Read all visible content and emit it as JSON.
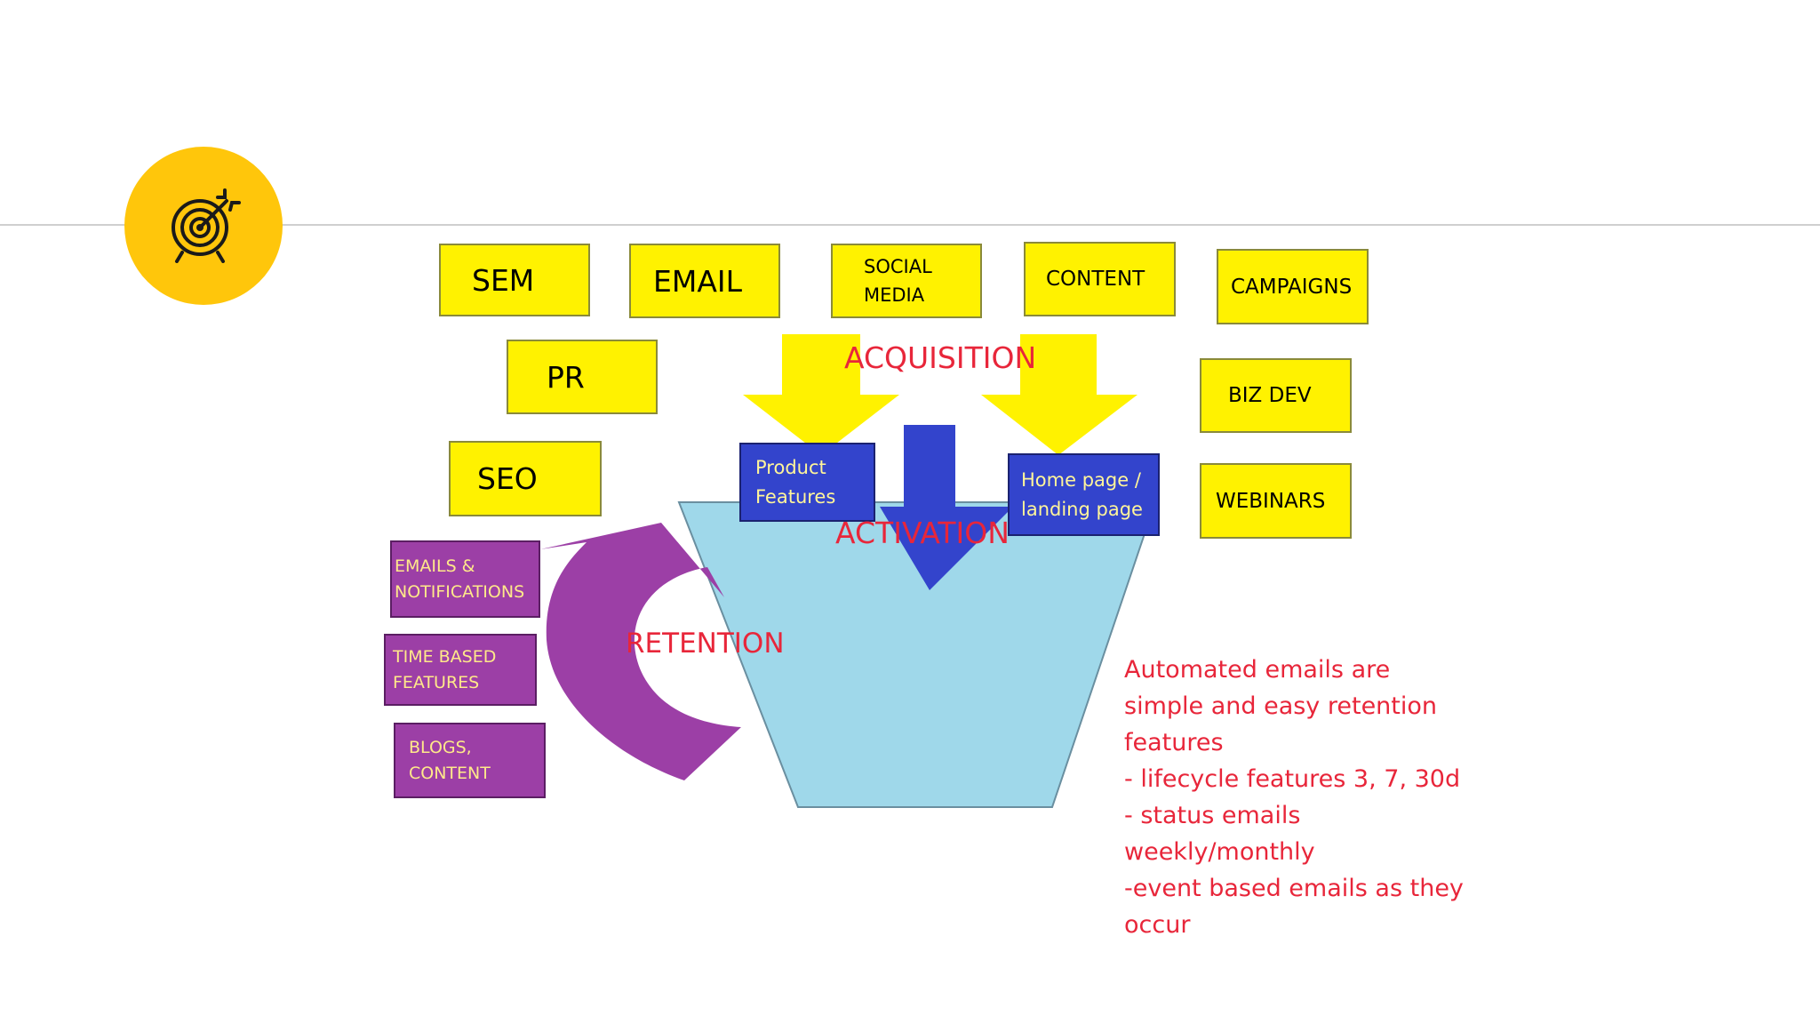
{
  "colors": {
    "badge": "#ffc60b",
    "channel_box": "#fff200",
    "activation_box": "#3344cc",
    "retention_box": "#9c3fa6",
    "funnel": "#9fd8ea",
    "label_red": "#e8263a",
    "acquisition_arrow": "#fff200",
    "activation_arrow": "#3344cc",
    "retention_arrow": "#9c3fa6"
  },
  "badge": {
    "icon": "target-arrow-icon"
  },
  "acquisition_channels": {
    "sem": "SEM",
    "email": "EMAIL",
    "social_media": "SOCIAL\nMEDIA",
    "content": "CONTENT",
    "campaigns": "CAMPAIGNS",
    "pr": "PR",
    "biz_dev": "BIZ DEV",
    "seo": "SEO",
    "webinars": "WEBINARS"
  },
  "activation_points": {
    "product_features": "Product\nFeatures",
    "home_page": "Home page /\nlanding page"
  },
  "retention_channels": {
    "emails_notifications": "EMAILS &\nNOTIFICATIONS",
    "time_based": "TIME BASED\nFEATURES",
    "blogs_content": "BLOGS,\nCONTENT"
  },
  "stage_labels": {
    "acquisition": "ACQUISITION",
    "activation": "ACTIVATION",
    "retention": "RETENTION"
  },
  "note": "Automated emails are\nsimple and easy retention\nfeatures\n- lifecycle features 3, 7, 30d\n- status emails\nweekly/monthly\n-event based emails as they\noccur"
}
